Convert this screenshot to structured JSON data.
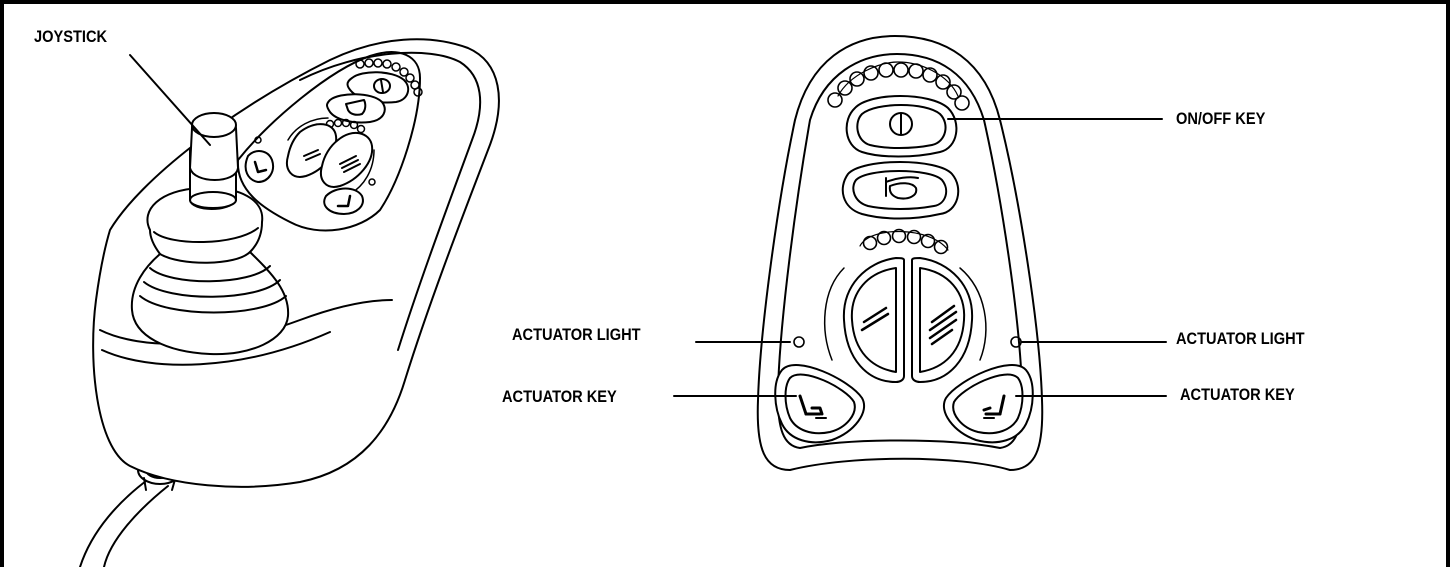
{
  "labels": {
    "joystick": "JOYSTICK",
    "on_off_key": "ON/OFF KEY",
    "actuator_light_left": "ACTUATOR LIGHT",
    "actuator_key_left": "ACTUATOR KEY",
    "actuator_light_right": "ACTUATOR LIGHT",
    "actuator_key_right": "ACTUATOR KEY"
  },
  "colors": {
    "line": "#000000",
    "fill": "#ffffff",
    "shade": "#e6e6e6"
  },
  "icons": [
    "power-icon",
    "horn-icon",
    "speed-down-icon",
    "speed-up-icon",
    "seat-recline-icon",
    "seat-upright-icon"
  ]
}
